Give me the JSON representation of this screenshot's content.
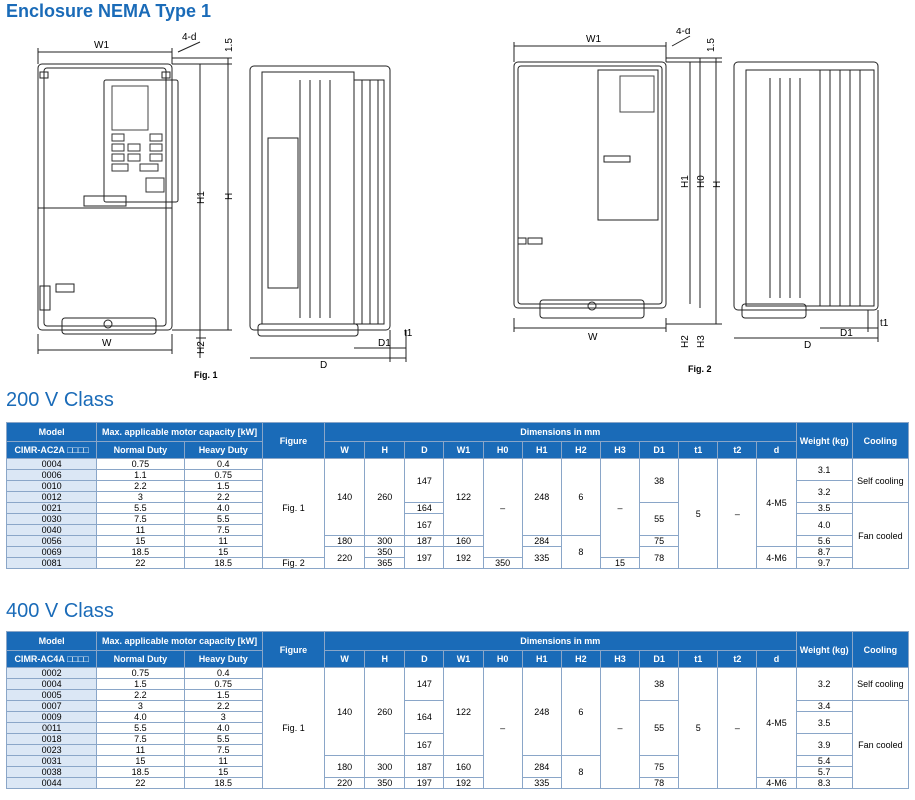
{
  "enclosure_title": "Enclosure NEMA Type 1",
  "fig1_label": "Fig. 1",
  "fig2_label": "Fig. 2",
  "dim_labels": {
    "W1": "W1",
    "W": "W",
    "H": "H",
    "H0": "H0",
    "H1": "H1",
    "H2": "H2",
    "H3": "H3",
    "D": "D",
    "D1": "D1",
    "t1": "t1",
    "d": "4-d",
    "gap": "1.5"
  },
  "headers": {
    "model": "Model",
    "motor_capacity": "Max. applicable motor capacity [kW]",
    "normal_duty": "Normal Duty",
    "heavy_duty": "Heavy Duty",
    "figure": "Figure",
    "dimensions": "Dimensions in mm",
    "cols": [
      "W",
      "H",
      "D",
      "W1",
      "H0",
      "H1",
      "H2",
      "H3",
      "D1",
      "t1",
      "t2",
      "d"
    ],
    "weight": "Weight (kg)",
    "cooling": "Cooling"
  },
  "class200": {
    "title": "200 V Class",
    "model_prefix": "CIMR-AC2A □□□□",
    "models": [
      "0004",
      "0006",
      "0010",
      "0012",
      "0021",
      "0030",
      "0040",
      "0056",
      "0069",
      "0081"
    ],
    "normal_duty": [
      "0.75",
      "1.1",
      "2.2",
      "3",
      "5.5",
      "7.5",
      "11",
      "15",
      "18.5",
      "22"
    ],
    "heavy_duty": [
      "0.4",
      "0.75",
      "1.5",
      "2.2",
      "4.0",
      "5.5",
      "7.5",
      "11",
      "15",
      "18.5"
    ],
    "fig_a": "Fig. 1",
    "fig_b": "Fig. 2",
    "W": [
      "140",
      "180",
      "220"
    ],
    "H": [
      "260",
      "300",
      "350",
      "365"
    ],
    "D": [
      "147",
      "164",
      "167",
      "187",
      "197"
    ],
    "W1": [
      "122",
      "160",
      "192"
    ],
    "H0": [
      "–",
      "350"
    ],
    "H1": [
      "248",
      "284",
      "335"
    ],
    "H2": [
      "6",
      "8"
    ],
    "H3": [
      "–",
      "15"
    ],
    "D1": [
      "38",
      "55",
      "75",
      "78"
    ],
    "t1": [
      "5"
    ],
    "t2": [
      "–"
    ],
    "d": [
      "4-M5",
      "4-M6"
    ],
    "weight": [
      "3.1",
      "3.2",
      "3.5",
      "4.0",
      "5.6",
      "8.7",
      "9.7"
    ],
    "cooling": [
      "Self cooling",
      "Fan cooled"
    ]
  },
  "class400": {
    "title": "400 V Class",
    "model_prefix": "CIMR-AC4A □□□□",
    "models": [
      "0002",
      "0004",
      "0005",
      "0007",
      "0009",
      "0011",
      "0018",
      "0023",
      "0031",
      "0038",
      "0044"
    ],
    "normal_duty": [
      "0.75",
      "1.5",
      "2.2",
      "3",
      "4.0",
      "5.5",
      "7.5",
      "11",
      "15",
      "18.5",
      "22"
    ],
    "heavy_duty": [
      "0.4",
      "0.75",
      "1.5",
      "2.2",
      "3",
      "4.0",
      "5.5",
      "7.5",
      "11",
      "15",
      "18.5"
    ],
    "fig_a": "Fig. 1",
    "W": [
      "140",
      "180",
      "220"
    ],
    "H": [
      "260",
      "300",
      "350"
    ],
    "D": [
      "147",
      "164",
      "167",
      "187",
      "197"
    ],
    "W1": [
      "122",
      "160",
      "192"
    ],
    "H0": [
      "–"
    ],
    "H1": [
      "248",
      "284",
      "335"
    ],
    "H2": [
      "6",
      "8"
    ],
    "H3": [
      "–"
    ],
    "D1": [
      "38",
      "55",
      "75",
      "78"
    ],
    "t1": [
      "5"
    ],
    "t2": [
      "–"
    ],
    "d": [
      "4-M5",
      "4-M6"
    ],
    "weight": [
      "3.2",
      "3.4",
      "3.5",
      "3.9",
      "5.4",
      "5.7",
      "8.3"
    ],
    "cooling": [
      "Self cooling",
      "Fan cooled"
    ]
  }
}
